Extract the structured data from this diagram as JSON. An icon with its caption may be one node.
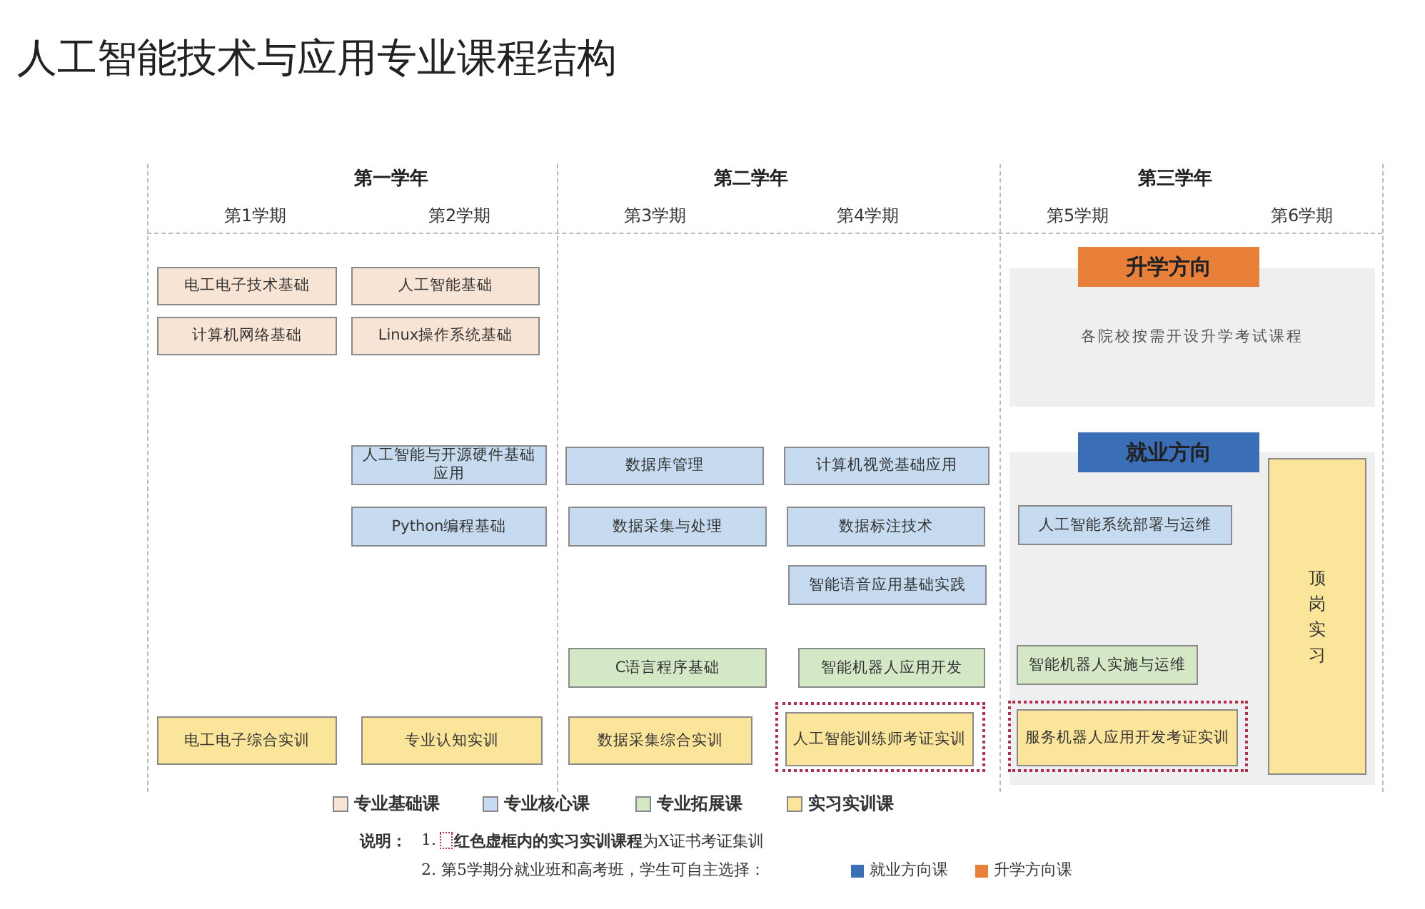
{
  "diagram": {
    "title": "人工智能技术与应用专业课程结构",
    "nodes": [
      {
        "text": [
          "电工电子技术基础"
        ]
      },
      {
        "text": [
          "人工智能基础"
        ]
      },
      {
        "text": [
          "计算机网络基础"
        ]
      },
      {
        "text": [
          "Linux操作系统基础"
        ]
      },
      {
        "text": [
          "升学方向"
        ]
      },
      {
        "text": [
          "各院校按需开设升学考试课程"
        ]
      },
      {
        "text": [
          "人工智能与开源硬件基础应用"
        ]
      },
      {
        "text": [
          "数据库管理"
        ]
      },
      {
        "text": [
          "计算机视觉基础应用"
        ]
      },
      {
        "text": [
          "就业方向"
        ]
      },
      {
        "text": [],
        "shape": "box"
      },
      {
        "text": [
          "顶岗实习"
        ],
        "in": 10
      },
      {
        "text": [
          "Python编程基础"
        ]
      },
      {
        "text": [
          "数据采集与处理"
        ]
      },
      {
        "text": [
          "数据标注技术"
        ]
      },
      {
        "text": [
          "人工智能系统部署与运维"
        ],
        "in": 10
      },
      {
        "text": [
          "智能语音应用基础实践"
        ]
      },
      {
        "text": [
          "C语言程序基础"
        ]
      },
      {
        "text": [
          "智能机器人应用开发"
        ]
      },
      {
        "text": [
          "智能机器人实施与运维"
        ],
        "in": 10
      },
      {
        "text": [
          "电工电子综合实训"
        ]
      },
      {
        "text": [
          "专业认知实训"
        ]
      },
      {
        "text": [
          "数据采集综合实训"
        ]
      },
      {
        "text": [],
        "shape": "box"
      },
      {
        "text": [
          "人工智能训练师考证实训"
        ],
        "in": 23
      },
      {
        "text": [],
        "shape": "box",
        "in": 10
      },
      {
        "text": [
          "服务机器人应用开发考证实训"
        ],
        "in": 25
      }
    ],
    "labels": [
      "第一学年",
      "第1学期",
      "第2学期",
      "第二学年",
      "第3学期",
      "第4学期",
      "第三学年",
      "第5学期",
      "第6学期",
      "说明：",
      "1.",
      "**红色虚框内的实习实训课程**为X证书考证集训",
      "2. 第5学期分就业班和高考班，学生可自主选择："
    ],
    "legend": [
      {
        "text": "专业基础课",
        "color": "#f8e4d4"
      },
      {
        "text": "专业核心课",
        "color": "#c6dbef"
      },
      {
        "text": "专业拓展课",
        "color": "#d5e8c6"
      },
      {
        "text": "实习实训课",
        "color": "#fbe59a"
      },
      {
        "text": "就业方向课",
        "color": "#3a6fb8"
      },
      {
        "text": "升学方向课",
        "color": "#e8803a"
      }
    ]
  }
}
